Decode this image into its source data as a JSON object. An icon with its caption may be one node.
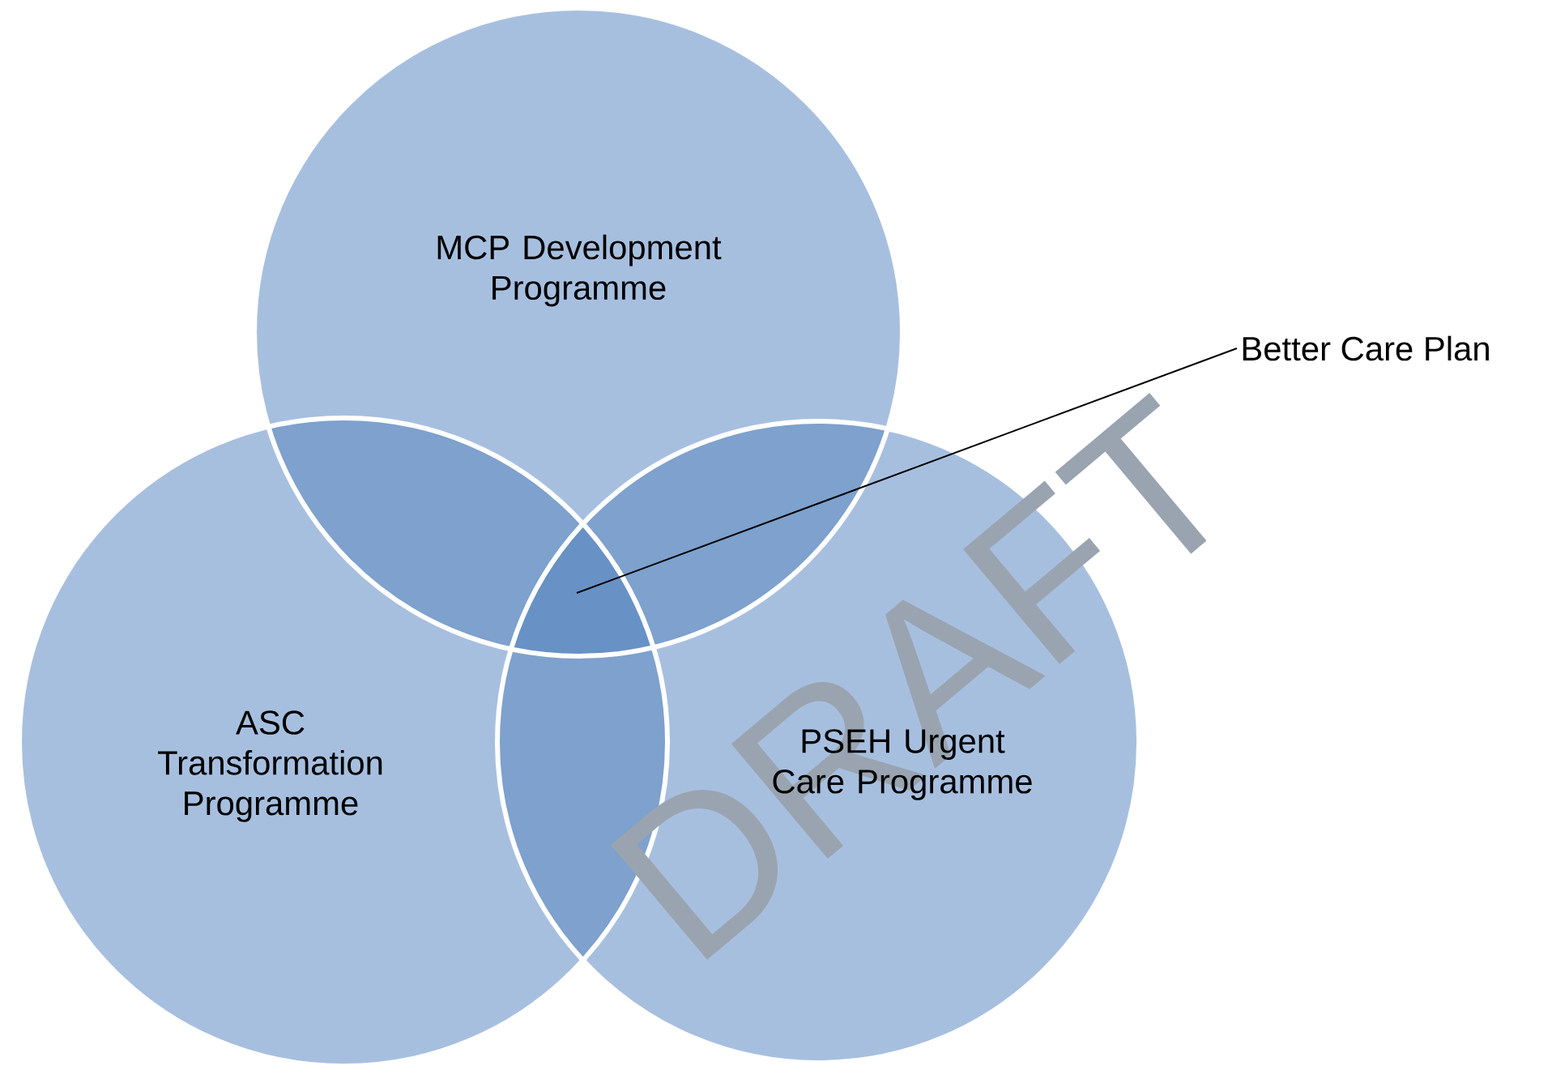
{
  "diagram": {
    "nodes": [
      {
        "text": [
          "MCP Development Programme"
        ]
      },
      {
        "text": [
          "ASC Transformation Programme"
        ]
      },
      {
        "text": [
          "PSEH Urgent Care Programme"
        ]
      },
      {
        "text": [
          "Better Care Plan"
        ]
      },
      {
        "text": [],
        "shape": "triangle"
      }
    ],
    "edges": [
      {
        "from": 3,
        "to": 4,
        "arrow": "none"
      }
    ],
    "labels": [
      "DRAFT"
    ]
  }
}
